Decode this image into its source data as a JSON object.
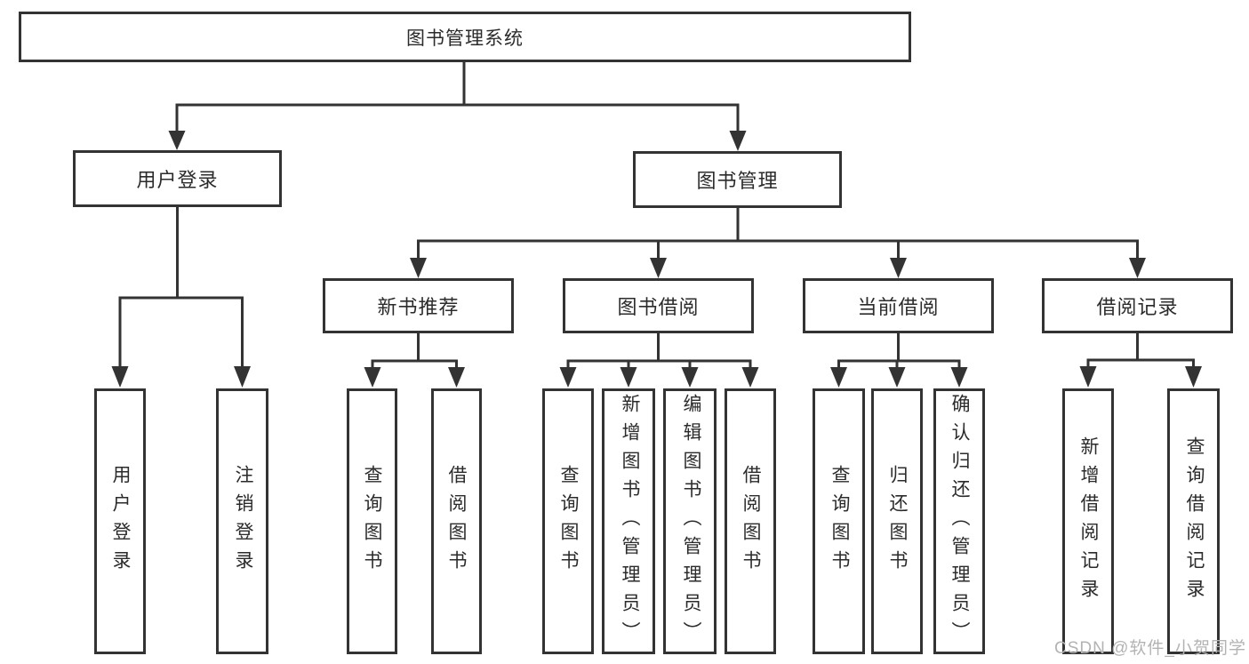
{
  "colors": {
    "line": "#333333",
    "text": "#2b2b2b",
    "watermark": "#b3b3b3",
    "background": "#ffffff"
  },
  "tree": {
    "root": {
      "label": "图书管理系统"
    },
    "branches": [
      {
        "label": "用户登录",
        "children": [
          {
            "label": "用户登录"
          },
          {
            "label": "注销登录"
          }
        ]
      },
      {
        "label": "图书管理",
        "groups": [
          {
            "label": "新书推荐",
            "children": [
              {
                "label": "查询图书"
              },
              {
                "label": "借阅图书"
              }
            ]
          },
          {
            "label": "图书借阅",
            "children": [
              {
                "label": "查询图书"
              },
              {
                "label": "新增图书（管理员）"
              },
              {
                "label": "编辑图书（管理员）"
              },
              {
                "label": "借阅图书"
              }
            ]
          },
          {
            "label": "当前借阅",
            "children": [
              {
                "label": "查询图书"
              },
              {
                "label": "归还图书"
              },
              {
                "label": "确认归还（管理员）"
              }
            ]
          },
          {
            "label": "借阅记录",
            "children": [
              {
                "label": "新增借阅记录"
              },
              {
                "label": "查询借阅记录"
              }
            ]
          }
        ]
      }
    ]
  },
  "watermark": "CSDN @软件_小贺同学"
}
